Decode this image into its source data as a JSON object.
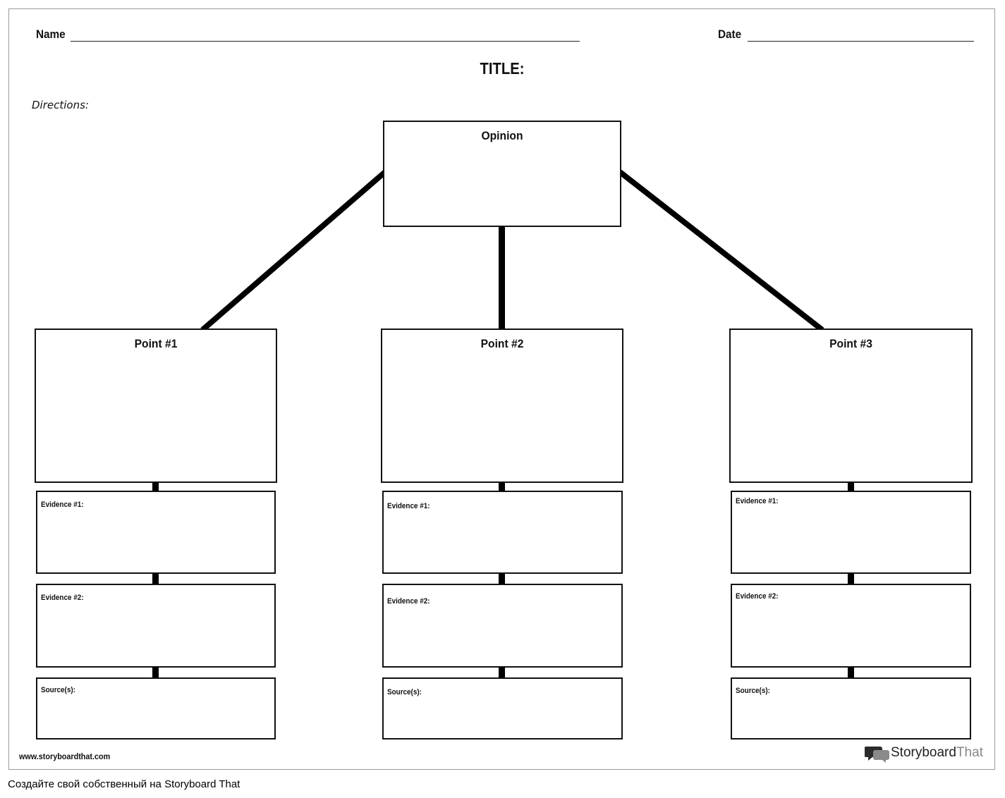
{
  "header": {
    "name_label": "Name",
    "date_label": "Date",
    "title_label": "TITLE:",
    "directions_label": "Directions:"
  },
  "opinion": {
    "label": "Opinion"
  },
  "columns": [
    {
      "point_label": "Point #1",
      "evidence1_label": "Evidence #1:",
      "evidence2_label": "Evidence #2:",
      "sources_label": "Source(s):"
    },
    {
      "point_label": "Point #2",
      "evidence1_label": "Evidence #1:",
      "evidence2_label": "Evidence #2:",
      "sources_label": "Source(s):"
    },
    {
      "point_label": "Point #3",
      "evidence1_label": "Evidence #1:",
      "evidence2_label": "Evidence #2:",
      "sources_label": "Source(s):"
    }
  ],
  "footer": {
    "website": "www.storyboardthat.com",
    "brand_storyboard": "Storyboard",
    "brand_that": "That",
    "logo_icon": "speech-bubbles-icon"
  },
  "caption": "Создайте свой собственный на Storyboard That",
  "colors": {
    "border": "#111111",
    "sheet_border": "#9a9a9a",
    "brand_gray": "#888888"
  }
}
